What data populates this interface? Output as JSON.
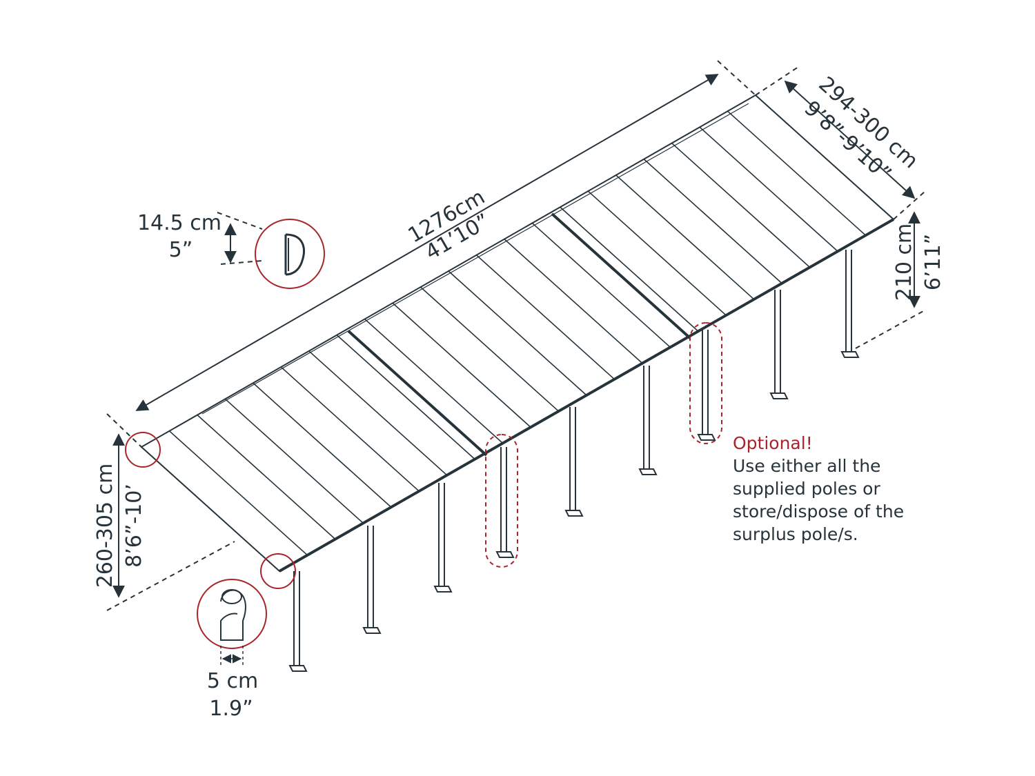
{
  "dimensions": {
    "length_cm": "1276cm",
    "length_in": "41’10”",
    "width_cm": "294-300 cm",
    "width_in": "9’8”-9’10”",
    "low_height_cm": "210 cm",
    "low_height_in": "6’11”",
    "high_height_cm": "260-305 cm",
    "high_height_in": "8’6”-10’",
    "gutter_cm": "14.5 cm",
    "gutter_in": "5”",
    "pole_cm": "5 cm",
    "pole_in": "1.9”"
  },
  "note": {
    "title": "Optional!",
    "lines": [
      "Use either all the",
      "supplied poles or",
      "store/dispose of the",
      "surplus pole/s."
    ]
  },
  "colors": {
    "line": "#26333a",
    "highlight": "#a8242a"
  }
}
